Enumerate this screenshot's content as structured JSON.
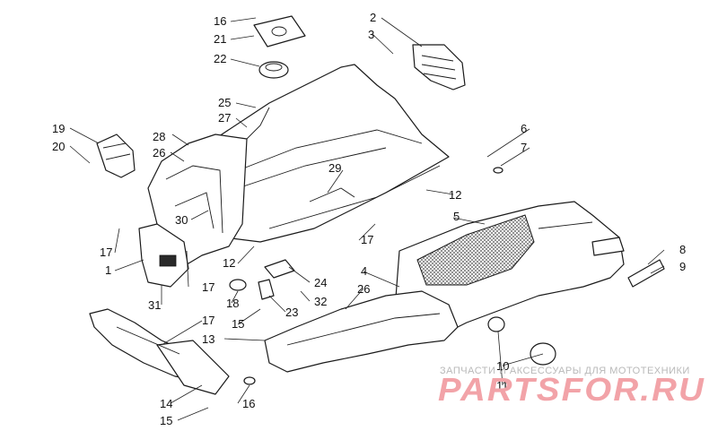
{
  "callouts": [
    {
      "id": "c16a",
      "text": "16"
    },
    {
      "id": "c21",
      "text": "21"
    },
    {
      "id": "c22",
      "text": "22"
    },
    {
      "id": "c2",
      "text": "2"
    },
    {
      "id": "c3",
      "text": "3"
    },
    {
      "id": "c25",
      "text": "25"
    },
    {
      "id": "c27",
      "text": "27"
    },
    {
      "id": "c28",
      "text": "28"
    },
    {
      "id": "c26a",
      "text": "26"
    },
    {
      "id": "c19",
      "text": "19"
    },
    {
      "id": "c20",
      "text": "20"
    },
    {
      "id": "c29",
      "text": "29"
    },
    {
      "id": "c6",
      "text": "6"
    },
    {
      "id": "c7",
      "text": "7"
    },
    {
      "id": "c12a",
      "text": "12"
    },
    {
      "id": "c5",
      "text": "5"
    },
    {
      "id": "c30",
      "text": "30"
    },
    {
      "id": "c17a",
      "text": "17"
    },
    {
      "id": "c17b",
      "text": "17"
    },
    {
      "id": "c1",
      "text": "1"
    },
    {
      "id": "c17c",
      "text": "17"
    },
    {
      "id": "c12b",
      "text": "12"
    },
    {
      "id": "c8",
      "text": "8"
    },
    {
      "id": "c9",
      "text": "9"
    },
    {
      "id": "c4",
      "text": "4"
    },
    {
      "id": "c24",
      "text": "24"
    },
    {
      "id": "c18",
      "text": "18"
    },
    {
      "id": "c31",
      "text": "31"
    },
    {
      "id": "c32",
      "text": "32"
    },
    {
      "id": "c26b",
      "text": "26"
    },
    {
      "id": "c23",
      "text": "23"
    },
    {
      "id": "c17d",
      "text": "17"
    },
    {
      "id": "c15a",
      "text": "15"
    },
    {
      "id": "c13",
      "text": "13"
    },
    {
      "id": "c10",
      "text": "10"
    },
    {
      "id": "c11",
      "text": "11"
    },
    {
      "id": "c14",
      "text": "14"
    },
    {
      "id": "c16b",
      "text": "16"
    },
    {
      "id": "c15b",
      "text": "15"
    }
  ],
  "watermark": {
    "tagline": "ЗАПЧАСТИ И АКСЕССУАРЫ ДЛЯ МОТОТЕХНИКИ",
    "brand": "PARTSFOR.RU"
  }
}
